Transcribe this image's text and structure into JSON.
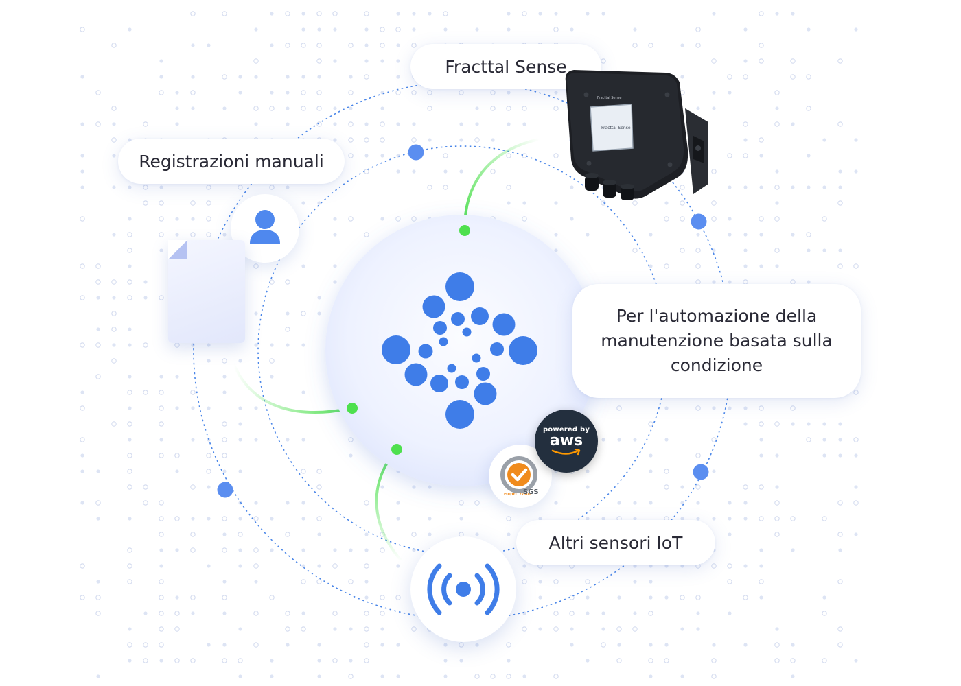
{
  "labels": {
    "fracttal_sense": "Fracttal Sense",
    "manual_records": "Registrazioni manuali",
    "automation_line1": "Per l'automazione della",
    "automation_line2": "manutenzione basata sulla",
    "automation_line3": "condizione",
    "other_iot": "Altri sensori IoT"
  },
  "device": {
    "brand_text": "Fracttal Sense"
  },
  "badges": {
    "aws_powered": "powered by",
    "aws_word": "aws",
    "sgs_text": "SGS",
    "sgs_ring_text": "ISO/IEC 27001"
  },
  "colors": {
    "primary_blue": "#3f7de8",
    "connector_green": "#4ee04e",
    "ring_dot_blue": "#5b8ef0",
    "dotted_ring": "#4a86e8",
    "hub_fill": "#eef2ff",
    "text_dark": "#2a2a36",
    "aws_bg": "#232f3e",
    "aws_orange": "#ff9900",
    "sgs_orange": "#f08b1d",
    "device_body": "#1d1f24"
  }
}
